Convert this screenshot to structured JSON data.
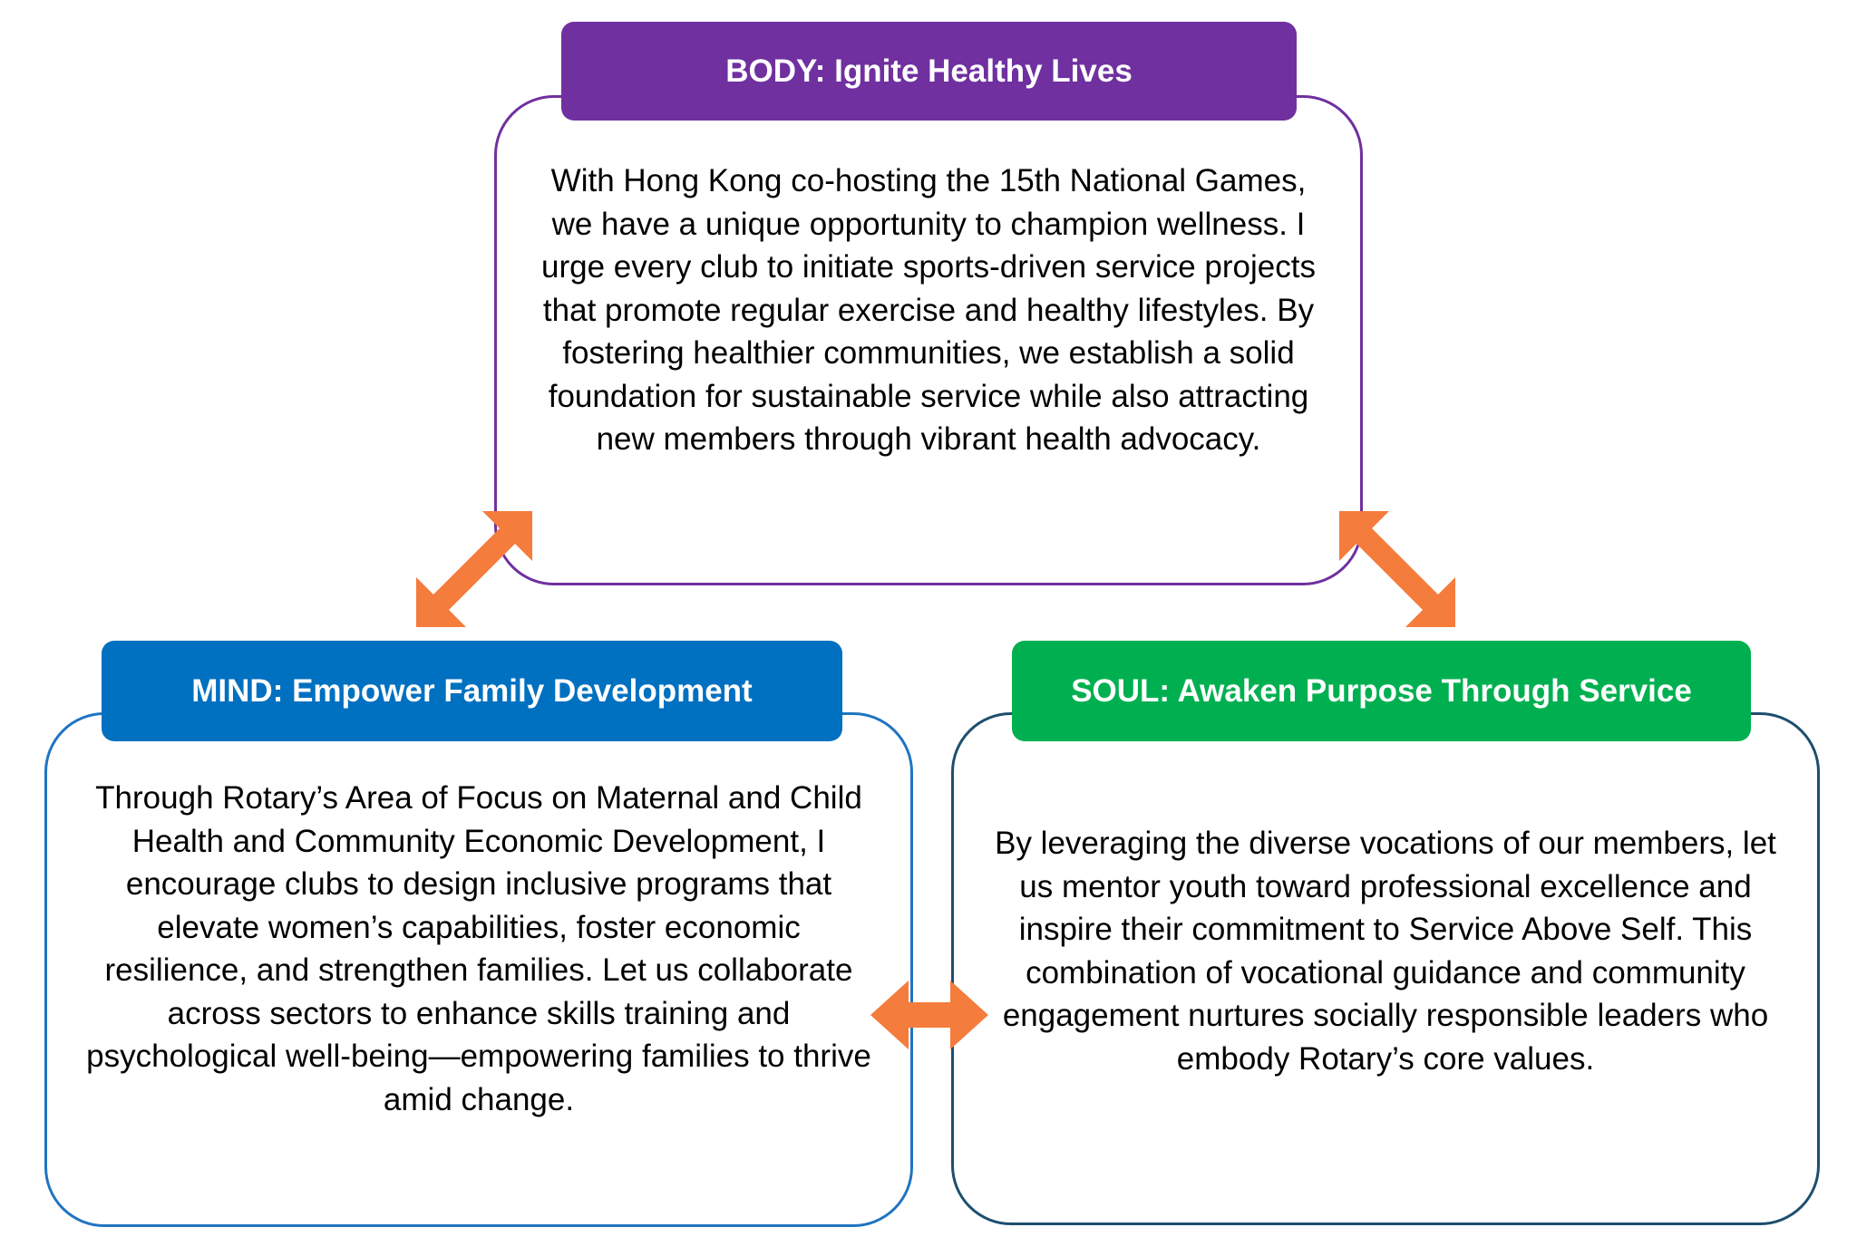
{
  "diagram": {
    "body": {
      "title": "BODY: Ignite Healthy Lives",
      "text": "With Hong Kong co-hosting the 15th National Games, we have a unique opportunity to champion wellness. I urge every club to initiate sports-driven service projects that promote regular exercise and healthy lifestyles. By fostering healthier communities, we establish a solid foundation for sustainable service while also attracting new members through vibrant health advocacy.",
      "color": "#7030a0"
    },
    "mind": {
      "title": "MIND: Empower Family Development",
      "text": "Through Rotary’s Area of Focus on Maternal and Child Health and Community Economic Development, I encourage clubs to design inclusive programs that elevate women’s capabilities, foster economic resilience, and strengthen families. Let us collaborate across sectors to enhance skills training and psychological well-being—empowering families to thrive amid change.",
      "color": "#0070c0"
    },
    "soul": {
      "title": "SOUL: Awaken Purpose Through Service",
      "text": "By leveraging the diverse vocations of our members, let us mentor youth toward professional excellence and inspire their commitment to Service Above Self. This combination of vocational guidance and community engagement nurtures socially responsible leaders who embody Rotary’s core values.",
      "color": "#00b050"
    },
    "arrow_color": "#f47c3c"
  }
}
